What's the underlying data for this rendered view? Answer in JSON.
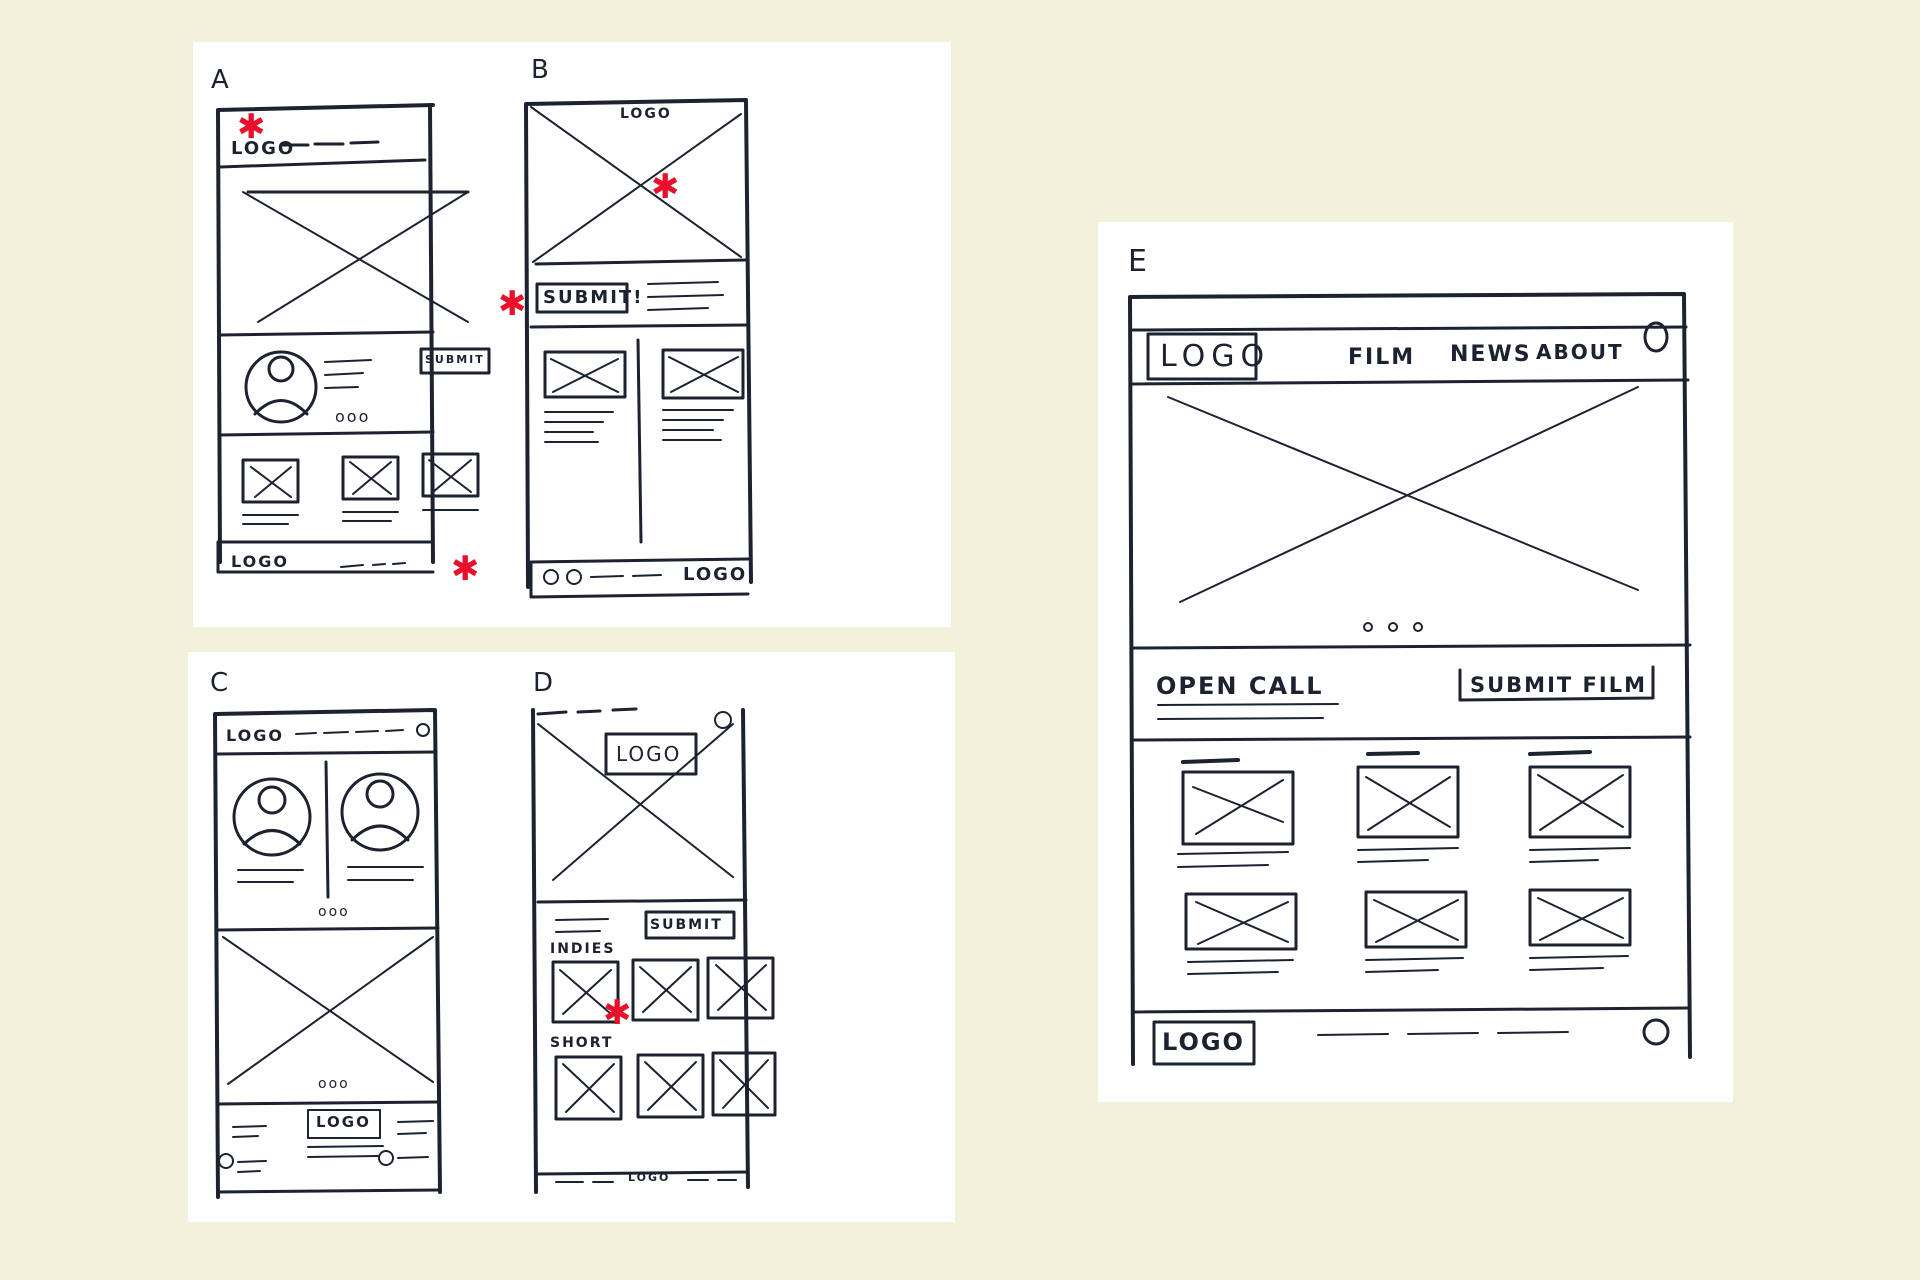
{
  "colors": {
    "background": "#f1f1dc",
    "paper": "#ffffff",
    "ink": "#1c2230",
    "marker": "#e8102a"
  },
  "sketches": {
    "a": {
      "letter": "A",
      "logo": "LOGO",
      "submit": "SUBMIT",
      "dots": "ooo",
      "footer_logo": "LOGO"
    },
    "b": {
      "letter": "B",
      "logo": "LOGO",
      "submit": "SUBMIT!",
      "footer_logo": "LOGO"
    },
    "c": {
      "letter": "C",
      "logo": "LOGO",
      "dots_top": "ooo",
      "dots_bottom": "ooo",
      "footer_logo": "LOGO"
    },
    "d": {
      "letter": "D",
      "logo": "LOGO",
      "submit": "SUBMIT",
      "section_1": "INDIES",
      "section_2": "SHORT",
      "footer_logo": "LOGO"
    },
    "e": {
      "letter": "E",
      "logo": "LOGO",
      "nav": [
        "FILM",
        "NEWS",
        "ABOUT"
      ],
      "dots": "ooo",
      "open_call": "OPEN CALL",
      "submit": "SUBMIT FILM",
      "footer_logo": "LOGO"
    }
  },
  "icons": {
    "marker": "star-icon",
    "avatar": "avatar-icon",
    "search": "circle-icon"
  }
}
